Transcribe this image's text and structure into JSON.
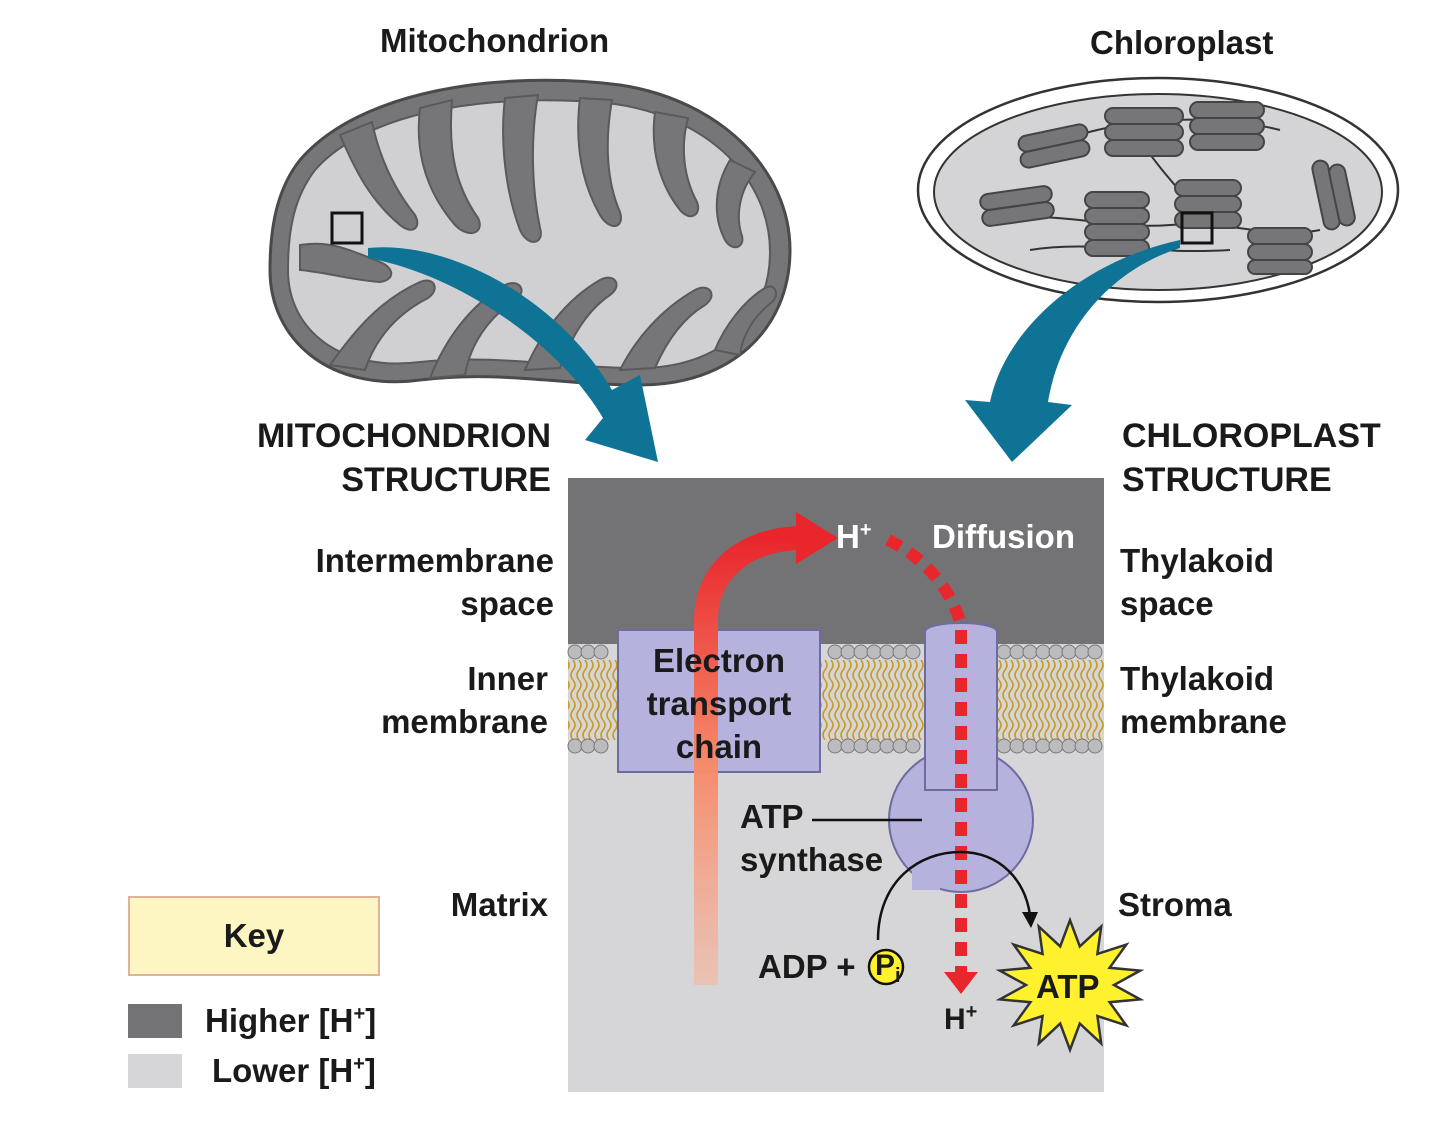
{
  "titles": {
    "mitochondrion": "Mitochondrion",
    "chloroplast": "Chloroplast"
  },
  "headings": {
    "mito_line1": "MITOCHONDRION",
    "mito_line2": "STRUCTURE",
    "chloro_line1": "CHLOROPLAST",
    "chloro_line2": "STRUCTURE"
  },
  "left_labels": {
    "intermembrane_1": "Intermembrane",
    "intermembrane_2": "space",
    "inner_1": "Inner",
    "inner_2": "membrane",
    "matrix": "Matrix"
  },
  "right_labels": {
    "thylakoid_space_1": "Thylakoid",
    "thylakoid_space_2": "space",
    "thylakoid_membrane_1": "Thylakoid",
    "thylakoid_membrane_2": "membrane",
    "stroma": "Stroma"
  },
  "center": {
    "etc_1": "Electron",
    "etc_2": "transport",
    "etc_3": "chain",
    "h": "H",
    "h_sup": "+",
    "diffusion": "Diffusion",
    "atp_synthase_1": "ATP",
    "atp_synthase_2": "synthase",
    "adp": "ADP +",
    "pi": "P",
    "pi_sub": "i",
    "h_bottom": "H",
    "h_bottom_sup": "+",
    "atp": "ATP"
  },
  "legend": {
    "key": "Key",
    "higher_pre": "Higher [H",
    "higher_sup": "+",
    "higher_post": "]",
    "lower_pre": "Lower [H",
    "lower_sup": "+",
    "lower_post": "]"
  },
  "colors": {
    "higher": "#737376",
    "lower": "#d6d6d8",
    "protein": "#b5b2dd",
    "arrow_blue": "#0f7396",
    "proton_red": "#e8262c",
    "atp_yellow": "#fff12e",
    "key_bg": "#fdf6c3"
  }
}
